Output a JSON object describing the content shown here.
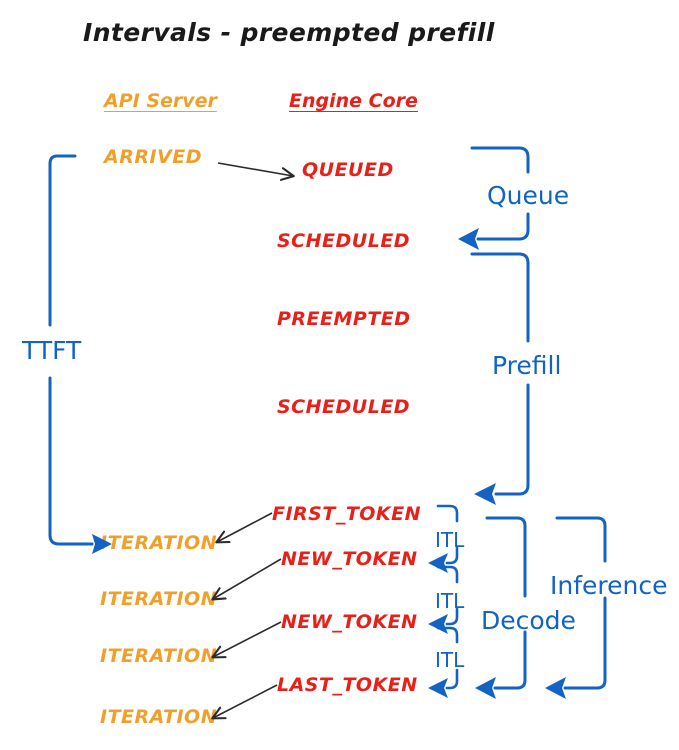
{
  "title": "Intervals - preempted prefill",
  "colors": {
    "api_server": "#F0A02A",
    "engine_core": "#E8201A",
    "interval": "#1263C4",
    "arrow": "#2b2b2b",
    "background": "#ffffff"
  },
  "columns": {
    "api_server": "API Server",
    "engine_core": "Engine Core"
  },
  "api_states": [
    {
      "label": "ARRIVED"
    },
    {
      "label": "ITERATION"
    },
    {
      "label": "ITERATION"
    },
    {
      "label": "ITERATION"
    },
    {
      "label": "ITERATION"
    }
  ],
  "engine_states": [
    {
      "label": "QUEUED"
    },
    {
      "label": "SCHEDULED"
    },
    {
      "label": "PREEMPTED"
    },
    {
      "label": "SCHEDULED"
    },
    {
      "label": "FIRST_TOKEN"
    },
    {
      "label": "NEW_TOKEN"
    },
    {
      "label": "NEW_TOKEN"
    },
    {
      "label": "LAST_TOKEN"
    }
  ],
  "intervals": {
    "ttft": "TTFT",
    "queue": "Queue",
    "prefill": "Prefill",
    "itl_1": "ITL",
    "itl_2": "ITL",
    "itl_3": "ITL",
    "decode": "Decode",
    "inference": "Inference"
  }
}
